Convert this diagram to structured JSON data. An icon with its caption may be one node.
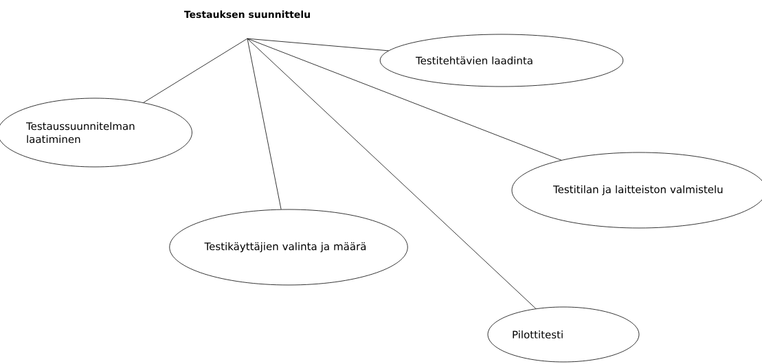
{
  "diagram": {
    "nodes": [
      {
        "text": [
          "Testauksen suunnittelu"
        ]
      },
      {
        "text": [
          "Testitehtävien laadinta"
        ]
      },
      {
        "text": [
          "Testaussuunnitelman laatiminen"
        ]
      },
      {
        "text": [
          "Testitilan ja laitteiston valmistelu"
        ]
      },
      {
        "text": [
          "Testikäyttäjien valinta ja määrä"
        ]
      },
      {
        "text": [
          "Pilottitesti"
        ]
      }
    ],
    "edges": [
      {
        "from": 0,
        "to": 1,
        "arrow": "none"
      },
      {
        "from": 0,
        "to": 2,
        "arrow": "none"
      },
      {
        "from": 0,
        "to": 3,
        "arrow": "none"
      },
      {
        "from": 0,
        "to": 4,
        "arrow": "none"
      },
      {
        "from": 0,
        "to": 5,
        "arrow": "none"
      }
    ]
  }
}
